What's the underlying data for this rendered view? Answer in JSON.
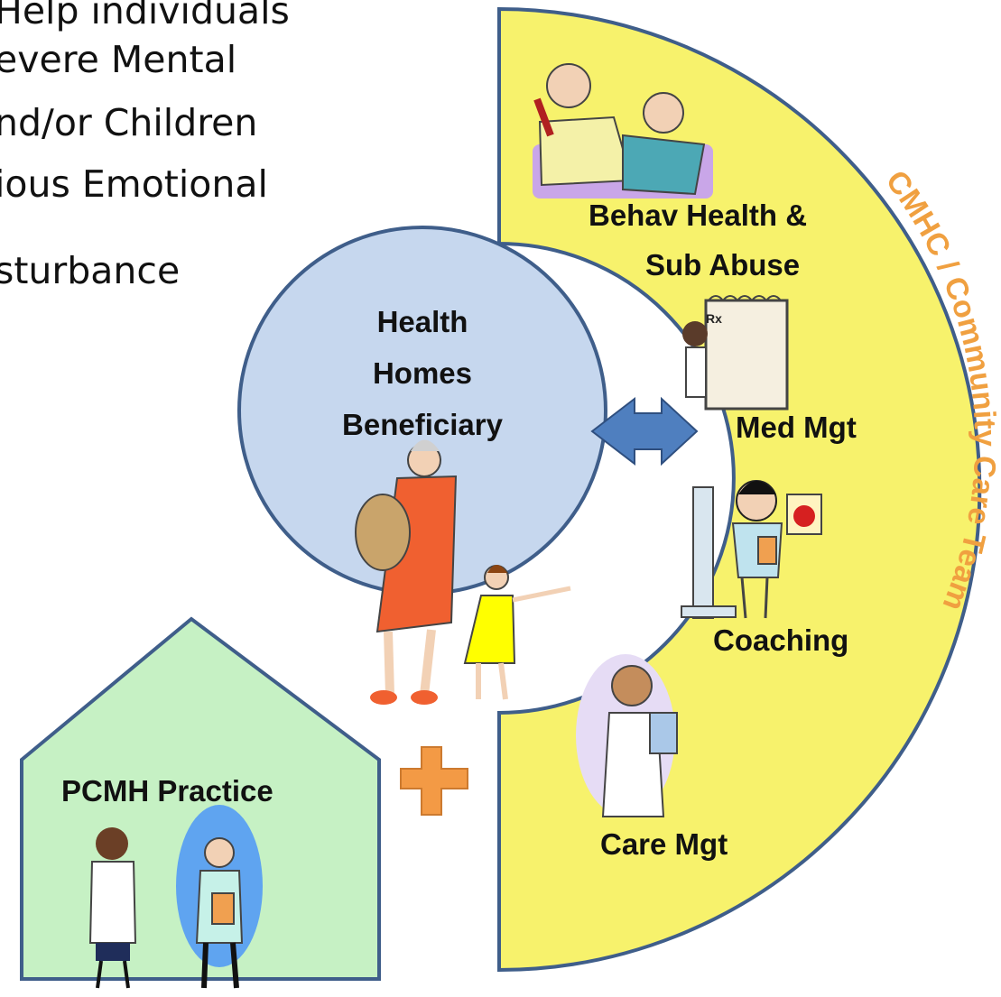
{
  "intro_lines": [
    "Help individuals",
    "evere Mental",
    "nd/or Children",
    "ious Emotional",
    "sturbance"
  ],
  "beneficiary": {
    "label_lines": [
      "Health",
      "Homes",
      "Beneficiary"
    ]
  },
  "care_team": {
    "title": "CMHC / Community Care Team",
    "title_color": "#f0a040",
    "arc_color": "#f7f26c",
    "services": [
      {
        "label_lines": [
          "Behav Health &",
          "Sub Abuse"
        ],
        "icon": "caregiver-with-patient-icon"
      },
      {
        "label_lines": [
          "Med Mgt"
        ],
        "icon": "prescription-pad-icon"
      },
      {
        "label_lines": [
          "Coaching"
        ],
        "icon": "nurse-with-scale-icon"
      },
      {
        "label_lines": [
          "Care Mgt"
        ],
        "icon": "doctor-with-clipboard-icon"
      }
    ]
  },
  "pcmh": {
    "label": "PCMH Practice",
    "house_color": "#c6f1c4"
  },
  "connectors": {
    "double_arrow_color": "#4f7fbf",
    "plus_color": "#f39a45"
  },
  "prescription_mark": "Rx"
}
